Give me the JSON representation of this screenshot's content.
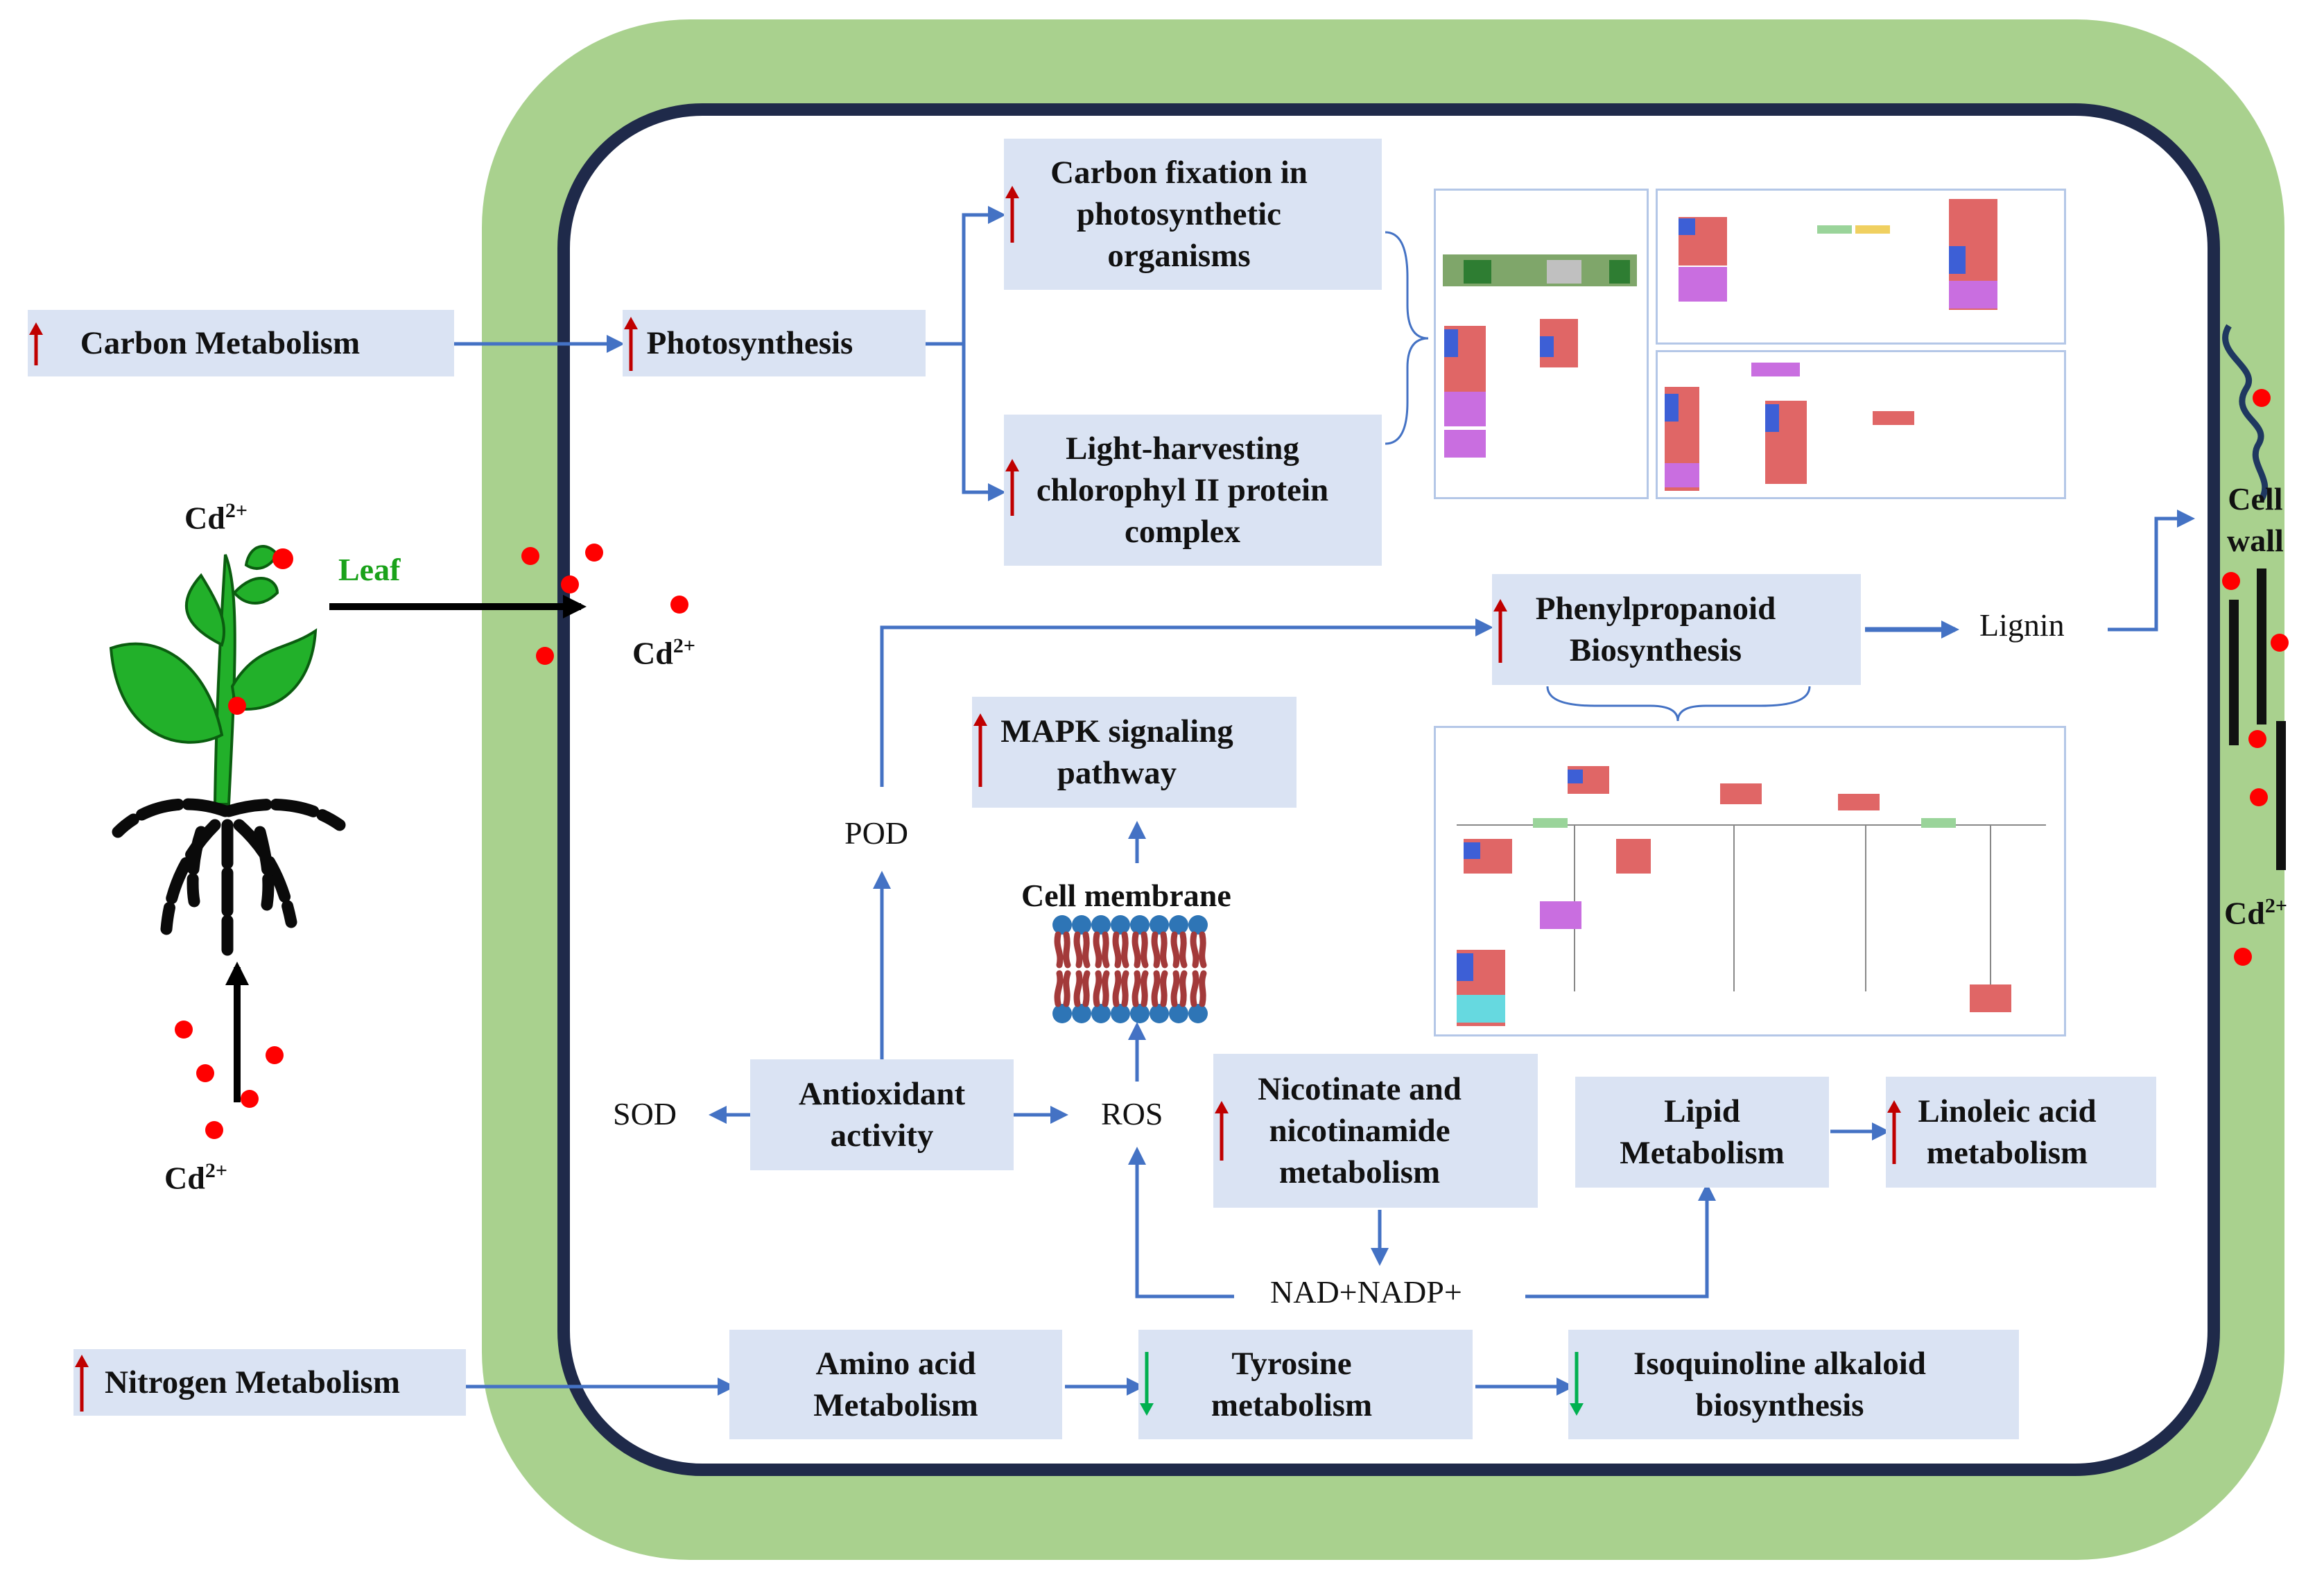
{
  "labels": {
    "carbon_metabolism": "Carbon Metabolism",
    "photosynthesis": "Photosynthesis",
    "carbon_fixation": "Carbon fixation in\nphotosynthetic\norganisms",
    "light_harvesting": "Light-harvesting\nchlorophyl II protein\ncomplex",
    "phenylpropanoid": "Phenylpropanoid\nBiosynthesis",
    "lignin": "Lignin",
    "mapk": "MAPK signaling\npathway",
    "cell_membrane": "Cell membrane",
    "pod": "POD",
    "sod": "SOD",
    "antioxidant": "Antioxidant\nactivity",
    "ros": "ROS",
    "nicotinate": "Nicotinate and\nnicotinamide\nmetabolism",
    "lipid": "Lipid\nMetabolism",
    "linoleic": "Linoleic acid\nmetabolism",
    "nad": "NAD+NADP+",
    "nitrogen": "Nitrogen Metabolism",
    "amino_acid": "Amino acid\nMetabolism",
    "tyrosine": "Tyrosine\nmetabolism",
    "isoquinoline": "Isoquinoline alkaloid\nbiosynthesis",
    "leaf": "Leaf",
    "cell_wall": "Cell\nwall",
    "cd_base": "Cd",
    "cd_sup": "2+"
  },
  "regulation": {
    "carbon_metabolism": "up",
    "photosynthesis": "up",
    "carbon_fixation": "up",
    "light_harvesting": "up",
    "phenylpropanoid": "up",
    "mapk": "up",
    "nicotinate": "up",
    "linoleic": "up",
    "nitrogen": "up",
    "tyrosine": "down",
    "isoquinoline": "down"
  },
  "colors": {
    "box_fill": "#dae3f3",
    "cell_wall_green": "#a9d18e",
    "membrane_navy": "#1f2a4a",
    "connector_blue": "#4472c4",
    "up_arrow_red": "#c00000",
    "down_arrow_green": "#00b050",
    "cadmium_red": "#ff0000",
    "leaf_green": "#1aa21a",
    "plant_green": "#22b02a"
  },
  "icons": {
    "up": "up-arrow-icon",
    "down": "down-arrow-icon",
    "plant": "plant-icon",
    "membrane": "lipid-bilayer-icon",
    "heatmap": "heatmap-pathway-thumbnail"
  }
}
